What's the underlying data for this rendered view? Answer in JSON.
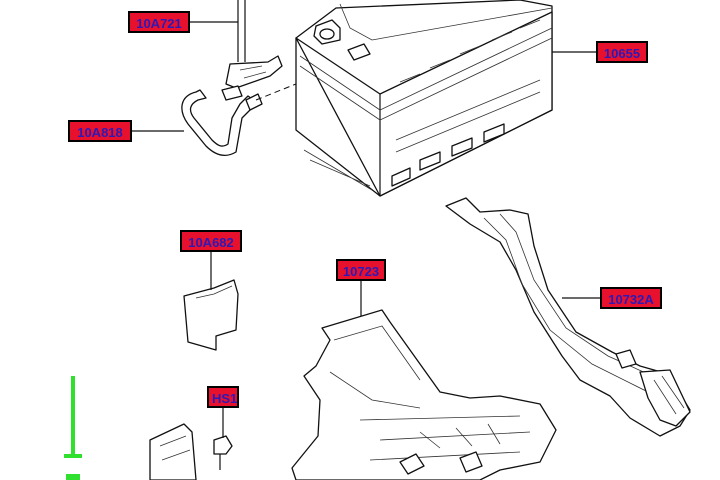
{
  "callouts": {
    "c10A721": "10A721",
    "c10655": "10655",
    "c10A818": "10A818",
    "c10A682": "10A682",
    "c10723": "10723",
    "c10732A": "10732A",
    "cHS1": "HS1"
  },
  "colors": {
    "callout_fill": "#e8112d",
    "callout_text": "#2b1ab8",
    "marker": "#2fe02f"
  }
}
